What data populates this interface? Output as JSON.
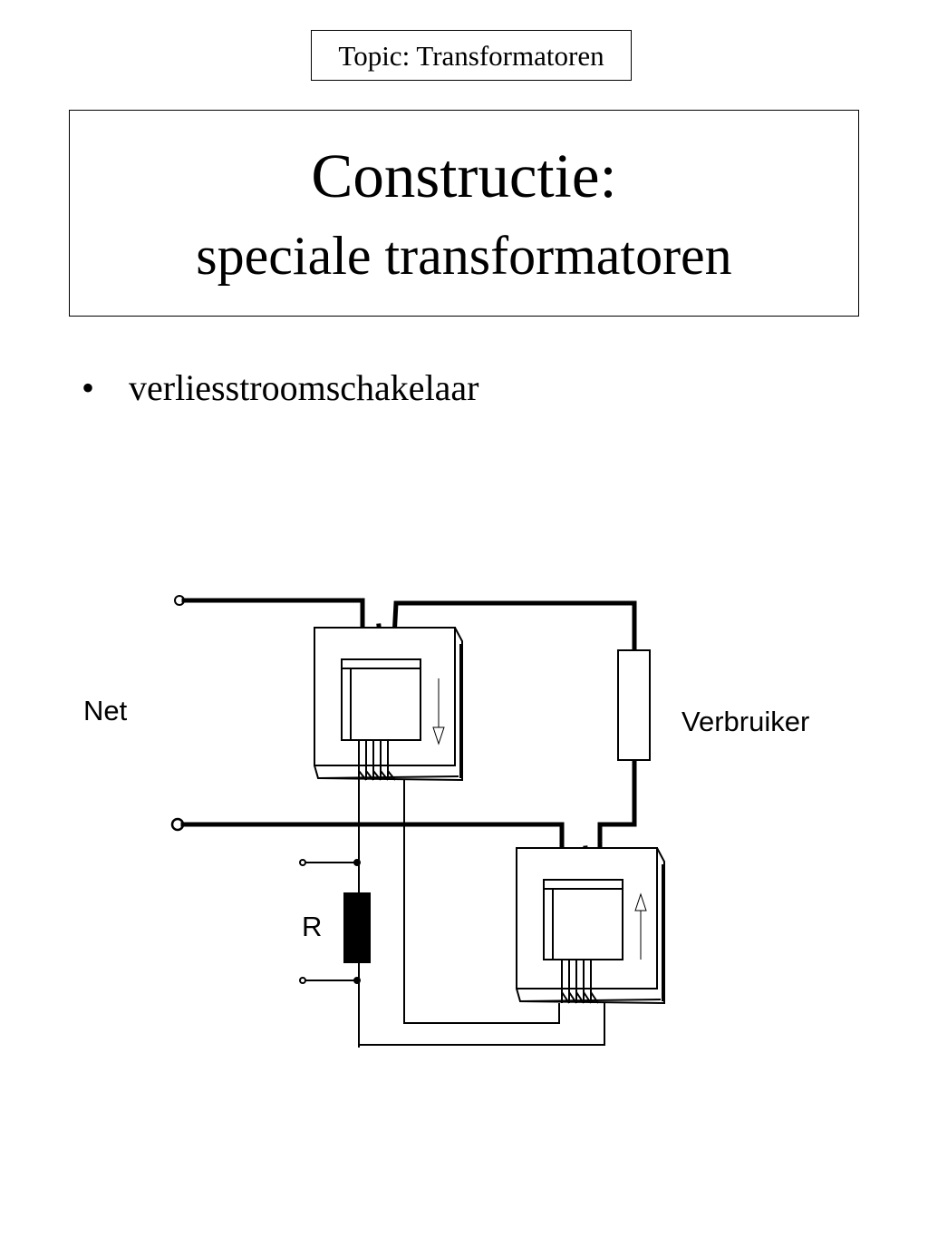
{
  "topic": {
    "label": "Topic: Transformatoren"
  },
  "title": {
    "main": "Constructie:",
    "sub": "speciale transformatoren"
  },
  "bullets": [
    {
      "marker": "•",
      "text": "verliesstroomschakelaar"
    }
  ],
  "diagram": {
    "labels": {
      "net": "Net",
      "consumer": "Verbruiker",
      "resistor": "R"
    }
  }
}
